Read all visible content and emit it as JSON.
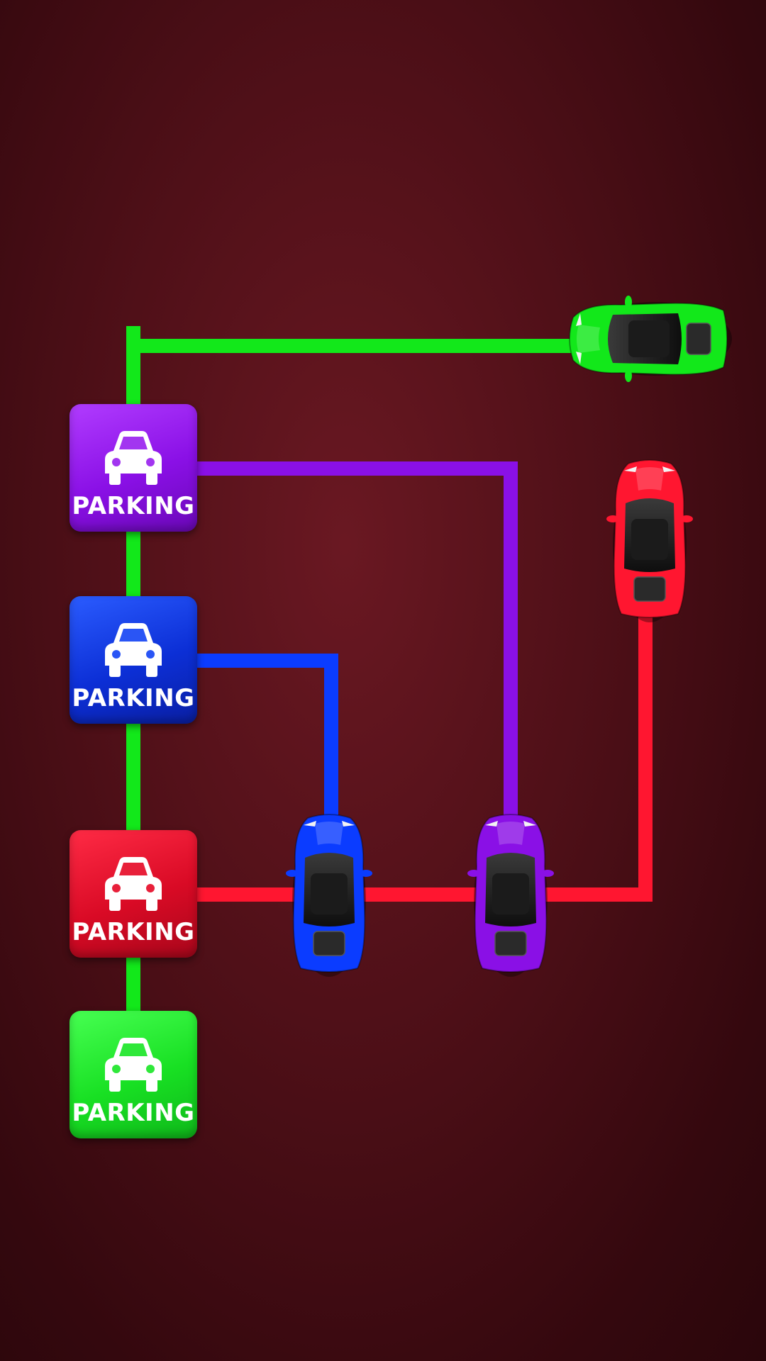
{
  "colors": {
    "green": "#12e81a",
    "purple": "#8a10e6",
    "blue": "#0b3cff",
    "red": "#ff1630"
  },
  "parking_spots": [
    {
      "id": "purple",
      "label": "PARKING",
      "icon": "car-icon"
    },
    {
      "id": "blue",
      "label": "PARKING",
      "icon": "car-icon"
    },
    {
      "id": "red",
      "label": "PARKING",
      "icon": "car-icon"
    },
    {
      "id": "green",
      "label": "PARKING",
      "icon": "car-icon"
    }
  ],
  "cars": [
    {
      "id": "green",
      "icon": "sports-car-icon",
      "facing": "left"
    },
    {
      "id": "red",
      "icon": "sports-car-icon",
      "facing": "up"
    },
    {
      "id": "blue",
      "icon": "sports-car-icon",
      "facing": "up"
    },
    {
      "id": "purple",
      "icon": "sports-car-icon",
      "facing": "up"
    }
  ]
}
